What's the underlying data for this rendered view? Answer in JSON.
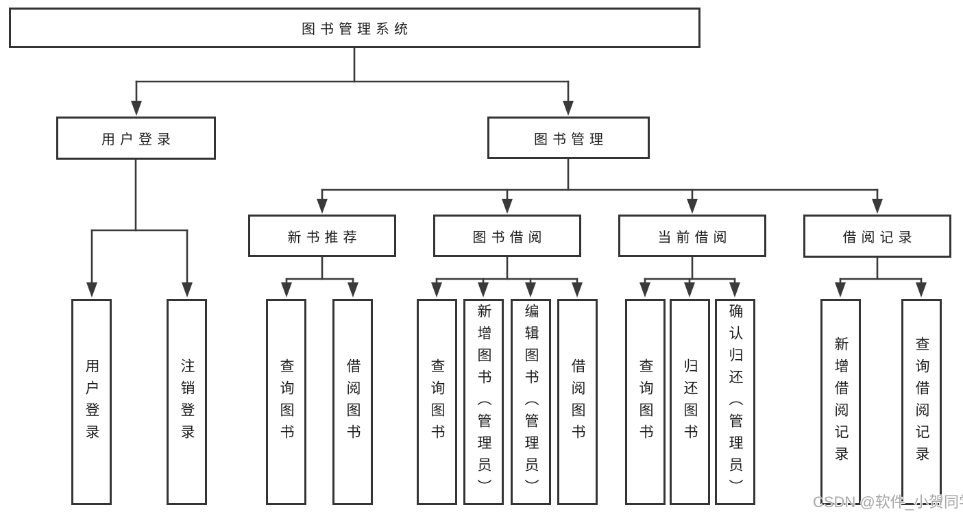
{
  "tree": {
    "root": {
      "label": "图书管理系统"
    },
    "branches": [
      {
        "label": "用户登录",
        "children": [
          {
            "label": "用户登录"
          },
          {
            "label": "注销登录"
          }
        ]
      },
      {
        "label": "图书管理",
        "children": [
          {
            "label": "新书推荐",
            "children": [
              {
                "label": "查询图书"
              },
              {
                "label": "借阅图书"
              }
            ]
          },
          {
            "label": "图书借阅",
            "children": [
              {
                "label": "查询图书"
              },
              {
                "label": "新增图书（管理员）"
              },
              {
                "label": "编辑图书（管理员）"
              },
              {
                "label": "借阅图书"
              }
            ]
          },
          {
            "label": "当前借阅",
            "children": [
              {
                "label": "查询图书"
              },
              {
                "label": "归还图书"
              },
              {
                "label": "确认归还（管理员）"
              }
            ]
          },
          {
            "label": "借阅记录",
            "children": [
              {
                "label": "新增借阅记录"
              },
              {
                "label": "查询借阅记录"
              }
            ]
          }
        ]
      }
    ]
  },
  "watermark": {
    "text": "CSDN @软件_小贺同学"
  },
  "colors": {
    "line": "#3a3a3a",
    "box_border": "#343434",
    "text": "#1e1e1e",
    "watermark": "#a8a8a8",
    "background": "#ffffff"
  }
}
